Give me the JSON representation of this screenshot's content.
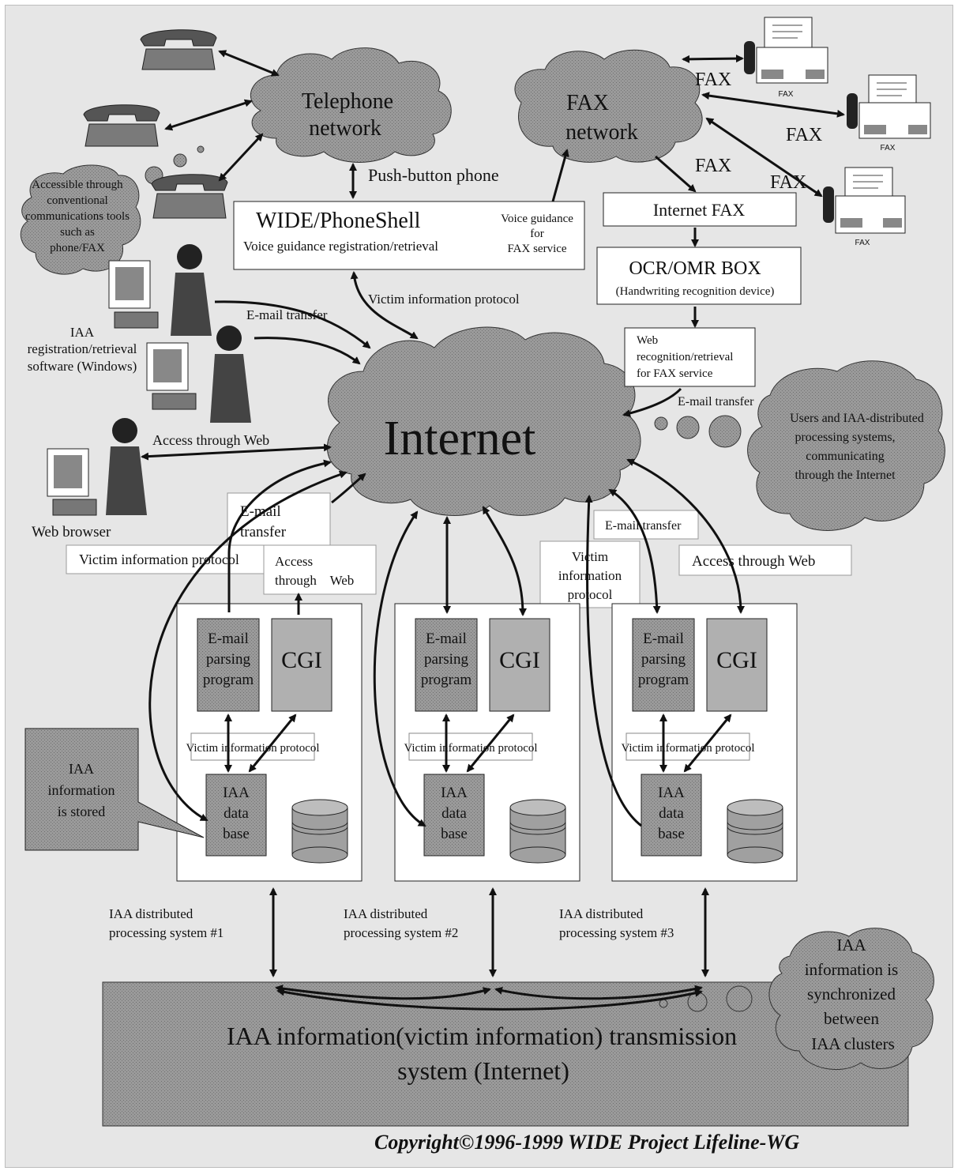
{
  "clouds": {
    "telephone": [
      "Telephone",
      "network"
    ],
    "fax": [
      "FAX",
      "network"
    ],
    "internet": "Internet",
    "accessible": [
      "Accessible through",
      "conventional",
      "communications tools",
      "such as",
      "phone/FAX"
    ],
    "users": [
      "Users and IAA-distributed",
      "processing systems,",
      "communicating",
      "through the Internet"
    ],
    "sync": [
      "IAA",
      "information is",
      "synchronized",
      "between",
      "IAA clusters"
    ]
  },
  "fax": {
    "device_label": "FAX",
    "link_labels": [
      "FAX",
      "FAX",
      "FAX",
      "FAX"
    ]
  },
  "phoneshell": {
    "title": "WIDE/PhoneShell",
    "subtitle": "Voice guidance registration/retrieval",
    "fax_note": [
      "Voice guidance",
      "for",
      "FAX service"
    ]
  },
  "push_button": "Push-button phone",
  "internet_fax": "Internet FAX",
  "ocr": {
    "title": "OCR/OMR BOX",
    "subtitle": "(Handwriting recognition device)"
  },
  "web_recognition": [
    "Web",
    "recognition/retrieval",
    "for FAX service"
  ],
  "labels": {
    "victim_protocol_top": "Victim information protocol",
    "email_transfer_left": "E-mail transfer",
    "email_transfer_right": "E-mail transfer",
    "iaa_software": [
      "IAA",
      "registration/retrieval",
      "software (Windows)"
    ],
    "access_web_left": "Access through Web",
    "web_browser": "Web browser",
    "email_transfer_box": [
      "E-mail",
      "transfer"
    ],
    "victim_protocol_box": "Victim information protocol",
    "access_web_box": [
      "Access",
      "through    Web"
    ],
    "email_transfer_box2": "E-mail transfer",
    "victim_protocol_box2": [
      "Victim",
      "information",
      "protocol"
    ],
    "access_web_box2": "Access through Web"
  },
  "systems": [
    {
      "name": "IAA distributed processing system #1",
      "label_lines": [
        "IAA distributed",
        "processing system #1"
      ],
      "email": [
        "E-mail",
        "parsing",
        "program"
      ],
      "cgi": "CGI",
      "protocol": "Victim information protocol",
      "db": [
        "IAA",
        "data",
        "base"
      ]
    },
    {
      "name": "IAA distributed processing system #2",
      "label_lines": [
        "IAA distributed",
        "processing system #2"
      ],
      "email": [
        "E-mail",
        "parsing",
        "program"
      ],
      "cgi": "CGI",
      "protocol": "Victim information protocol",
      "db": [
        "IAA",
        "data",
        "base"
      ]
    },
    {
      "name": "IAA distributed processing system #3",
      "label_lines": [
        "IAA distributed",
        "processing system #3"
      ],
      "email": [
        "E-mail",
        "parsing",
        "program"
      ],
      "cgi": "CGI",
      "protocol": "Victim information protocol",
      "db": [
        "IAA",
        "data",
        "base"
      ]
    }
  ],
  "callout_stored": [
    "IAA",
    "information",
    "is stored"
  ],
  "transmission": [
    "IAA information(victim information) transmission",
    "system (Internet)"
  ],
  "copyright": "Copyright©1996-1999 WIDE Project Lifeline-WG",
  "colors": {
    "background": "#e6e6e6",
    "cloud_fill": "#9c9c9c",
    "box_fill": "#ffffff",
    "dark_fill": "#8a8a8a",
    "mid_fill": "#a8a8a8",
    "line": "#111111"
  }
}
